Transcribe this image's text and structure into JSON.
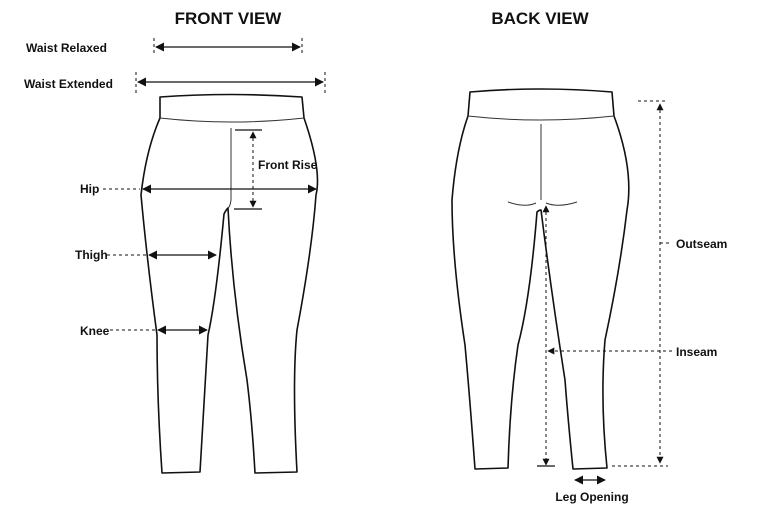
{
  "front_view": {
    "title": "FRONT VIEW",
    "labels": {
      "waist_relaxed": "Waist Relaxed",
      "waist_extended": "Waist Extended",
      "front_rise": "Front Rise",
      "hip": "Hip",
      "thigh": "Thigh",
      "knee": "Knee"
    }
  },
  "back_view": {
    "title": "BACK VIEW",
    "labels": {
      "outseam": "Outseam",
      "inseam": "Inseam",
      "leg_opening": "Leg Opening"
    }
  }
}
